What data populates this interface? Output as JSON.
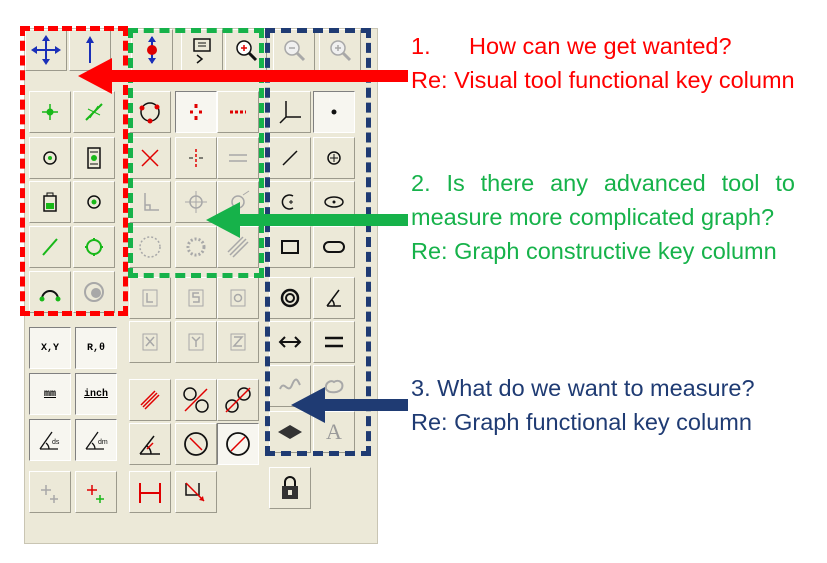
{
  "toolbar": {
    "buttons": [
      {
        "name": "pan-tool-button",
        "icon": "move-arrows-icon"
      },
      {
        "name": "vertical-arrow-tool-button",
        "icon": "vertical-arrow-icon"
      },
      {
        "name": "center-cross-tool-button",
        "icon": "center-cross-icon"
      },
      {
        "name": "screen-capture-tool-button",
        "icon": "screen-capture-icon"
      },
      {
        "name": "zoom-in-tool-button",
        "icon": "zoom-in-icon"
      },
      {
        "name": "zoom-out-tool-button",
        "icon": "zoom-out-icon"
      },
      {
        "name": "zoom-fit-tool-button",
        "icon": "zoom-fit-icon"
      },
      {
        "name": "green-point-tool-button",
        "icon": "green-point-icon"
      },
      {
        "name": "cross-point-tool-button",
        "icon": "cross-point-icon"
      },
      {
        "name": "three-point-circle-tool-button",
        "icon": "three-point-circle-icon"
      },
      {
        "name": "red-cross-dots-tool-button",
        "icon": "red-cross-dots-icon"
      },
      {
        "name": "red-dash-tool-button",
        "icon": "red-dash-icon"
      },
      {
        "name": "coordinate-system-tool-button",
        "icon": "coordinate-system-icon"
      },
      {
        "name": "point-measure-tool-button",
        "icon": "point-icon"
      },
      {
        "name": "target-circle-tool-button",
        "icon": "target-circle-icon"
      },
      {
        "name": "gauge-tool-button",
        "icon": "gauge-icon"
      },
      {
        "name": "intersection-tool-button",
        "icon": "intersection-icon"
      },
      {
        "name": "center-line-tool-button",
        "icon": "center-line-icon"
      },
      {
        "name": "parallel-lines-tool-button",
        "icon": "parallel-lines-icon"
      },
      {
        "name": "line-measure-tool-button",
        "icon": "line-icon"
      },
      {
        "name": "circle-center-measure-tool-button",
        "icon": "circle-center-icon"
      },
      {
        "name": "container-tool-button",
        "icon": "container-icon"
      },
      {
        "name": "green-circle-dot-tool-button",
        "icon": "green-circle-dot-icon"
      },
      {
        "name": "perpendicular-construct-tool-button",
        "icon": "perpendicular-icon"
      },
      {
        "name": "crosshair-construct-tool-button",
        "icon": "crosshair-icon"
      },
      {
        "name": "tangent-circle-tool-button",
        "icon": "tangent-circle-icon"
      },
      {
        "name": "arc-measure-tool-button",
        "icon": "arc-icon"
      },
      {
        "name": "ellipse-measure-tool-button",
        "icon": "ellipse-icon"
      },
      {
        "name": "green-line-tool-button",
        "icon": "green-line-icon"
      },
      {
        "name": "green-circle-tool-button",
        "icon": "green-circle-icon"
      },
      {
        "name": "dashed-circle-tool-button",
        "icon": "dashed-circle-icon"
      },
      {
        "name": "gear-circle-tool-button",
        "icon": "gear-circle-icon"
      },
      {
        "name": "hatch-line-tool-button",
        "icon": "hatch-line-icon"
      },
      {
        "name": "rectangle-measure-tool-button",
        "icon": "rectangle-icon"
      },
      {
        "name": "slot-measure-tool-button",
        "icon": "slot-icon"
      },
      {
        "name": "green-arc-tool-button",
        "icon": "green-arc-icon"
      },
      {
        "name": "gray-circle-tool-button",
        "icon": "gray-circle-icon"
      },
      {
        "name": "datum-l-tool-button",
        "icon": "datum-l-icon"
      },
      {
        "name": "datum-s-tool-button",
        "icon": "datum-s-icon"
      },
      {
        "name": "datum-o-tool-button",
        "icon": "datum-o-icon"
      },
      {
        "name": "ring-measure-tool-button",
        "icon": "ring-icon"
      },
      {
        "name": "angle-measure-tool-button",
        "icon": "angle-icon"
      },
      {
        "name": "xy-coordinate-button",
        "label": "X,Y"
      },
      {
        "name": "polar-coordinate-button",
        "label": "R,θ"
      },
      {
        "name": "datum-x-tool-button",
        "icon": "datum-x-icon"
      },
      {
        "name": "datum-y-tool-button",
        "icon": "datum-y-icon"
      },
      {
        "name": "datum-z-tool-button",
        "icon": "datum-z-icon"
      },
      {
        "name": "distance-measure-tool-button",
        "icon": "double-arrow-icon"
      },
      {
        "name": "equal-tool-button",
        "icon": "equal-icon"
      },
      {
        "name": "mm-unit-button",
        "label": "mm"
      },
      {
        "name": "inch-unit-button",
        "label": "inch"
      },
      {
        "name": "diagonal-distance-tool-button",
        "icon": "diagonal-distance-icon"
      },
      {
        "name": "circle-distance-tool-button",
        "icon": "circle-distance-icon"
      },
      {
        "name": "circle-chain-tool-button",
        "icon": "circle-chain-icon"
      },
      {
        "name": "curve-measure-tool-button",
        "icon": "curve-icon"
      },
      {
        "name": "freeform-measure-tool-button",
        "icon": "freeform-icon"
      },
      {
        "name": "angle-ds-tool-button",
        "icon": "angle-ds-icon"
      },
      {
        "name": "angle-dm-tool-button",
        "icon": "angle-dm-icon"
      },
      {
        "name": "angle-arc-tool-button",
        "icon": "angle-arc-icon"
      },
      {
        "name": "circle-diameter-tool-button",
        "icon": "circle-diameter-icon"
      },
      {
        "name": "circle-slash-tool-button",
        "icon": "circle-slash-icon"
      },
      {
        "name": "area-measure-tool-button",
        "icon": "area-icon"
      },
      {
        "name": "text-tool-button",
        "label": "A"
      },
      {
        "name": "gray-add-point-tool-button",
        "icon": "add-point-icon"
      },
      {
        "name": "red-add-point-tool-button",
        "icon": "add-point-red-icon"
      },
      {
        "name": "width-measure-tool-button",
        "icon": "width-icon"
      },
      {
        "name": "corner-measure-tool-button",
        "icon": "corner-icon"
      },
      {
        "name": "lock-tool-button",
        "icon": "lock-icon"
      }
    ]
  },
  "notes": {
    "note1": {
      "number": "1.",
      "question": "How can we get wanted?",
      "answer": "Re: Visual tool functional key column"
    },
    "note2": {
      "question": "2. Is there any advanced tool to measure more complicated graph?",
      "answer": "Re: Graph constructive key column"
    },
    "note3": {
      "question": "3. What do we want to measure?",
      "answer": "Re: Graph functional key column"
    }
  },
  "colors": {
    "visual_column": "#ff0000",
    "constructive_column": "#16b24a",
    "functional_column": "#1f3b73",
    "toolbar_bg": "#ece9d8"
  }
}
